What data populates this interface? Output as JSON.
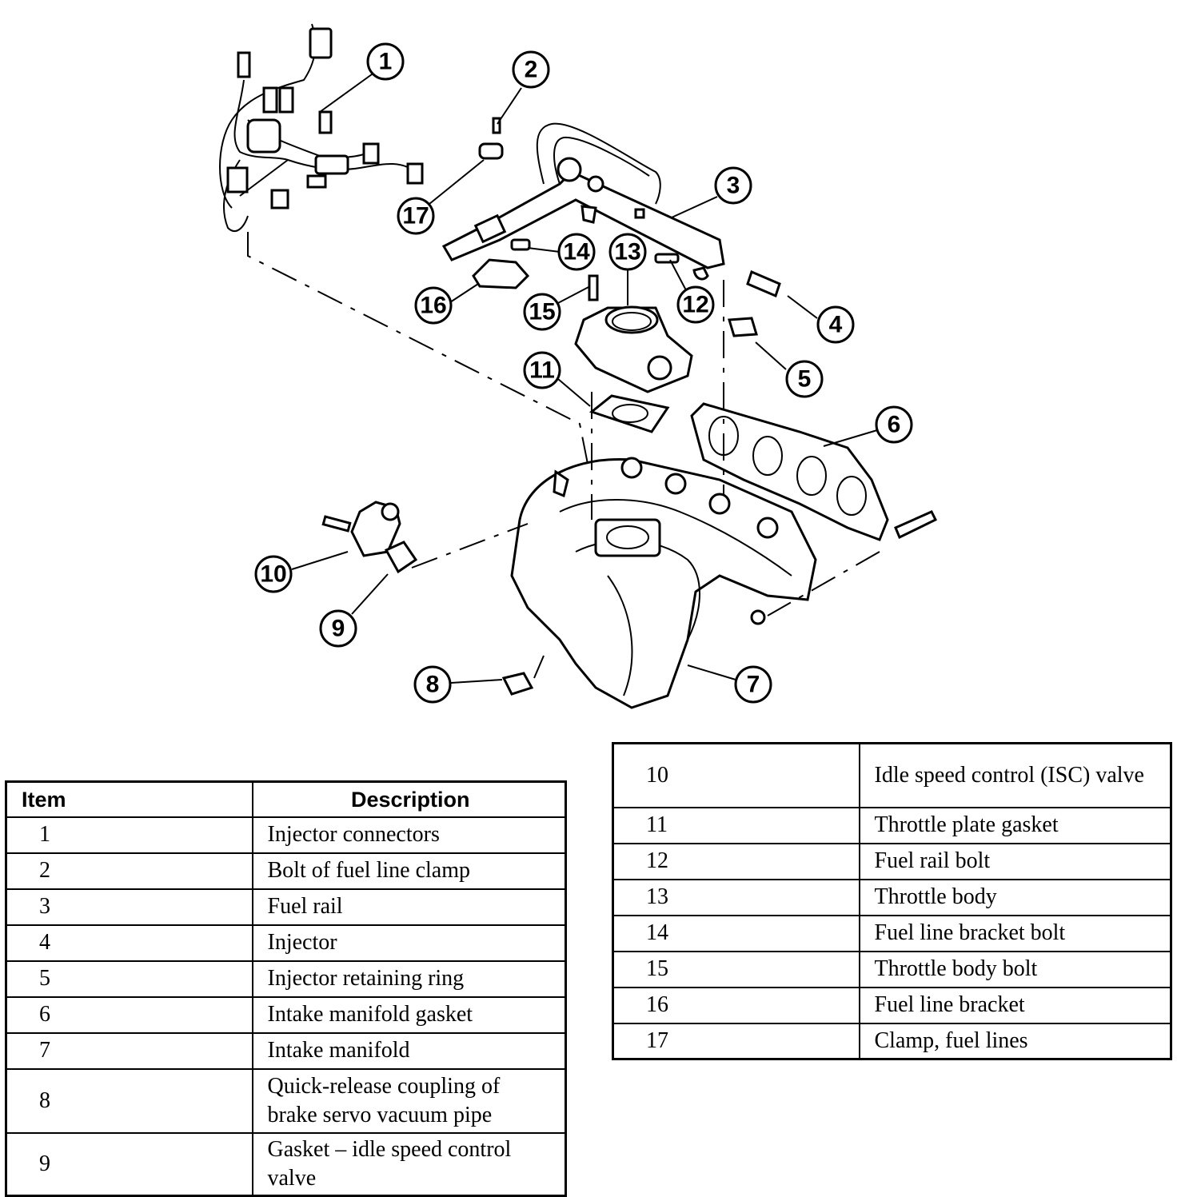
{
  "callouts": [
    "1",
    "2",
    "3",
    "4",
    "5",
    "6",
    "7",
    "8",
    "9",
    "10",
    "11",
    "12",
    "13",
    "14",
    "15",
    "16",
    "17"
  ],
  "table_left": {
    "header": {
      "item": "Item",
      "description": "Description"
    },
    "rows": [
      {
        "item": "1",
        "description": "Injector connectors"
      },
      {
        "item": "2",
        "description": "Bolt of fuel line clamp"
      },
      {
        "item": "3",
        "description": "Fuel rail"
      },
      {
        "item": "4",
        "description": "Injector"
      },
      {
        "item": "5",
        "description": "Injector retaining ring"
      },
      {
        "item": "6",
        "description": "Intake manifold gasket"
      },
      {
        "item": "7",
        "description": "Intake manifold"
      },
      {
        "item": "8",
        "description": "Quick-release coupling of brake servo vacuum pipe"
      },
      {
        "item": "9",
        "description": "Gasket – idle speed control valve"
      }
    ]
  },
  "table_right": {
    "rows": [
      {
        "item": "10",
        "description": "Idle speed control (ISC) valve"
      },
      {
        "item": "11",
        "description": "Throttle plate gasket"
      },
      {
        "item": "12",
        "description": "Fuel rail bolt"
      },
      {
        "item": "13",
        "description": "Throttle body"
      },
      {
        "item": "14",
        "description": "Fuel line bracket bolt"
      },
      {
        "item": "15",
        "description": "Throttle body bolt"
      },
      {
        "item": "16",
        "description": "Fuel line bracket"
      },
      {
        "item": "17",
        "description": "Clamp, fuel lines"
      }
    ]
  }
}
